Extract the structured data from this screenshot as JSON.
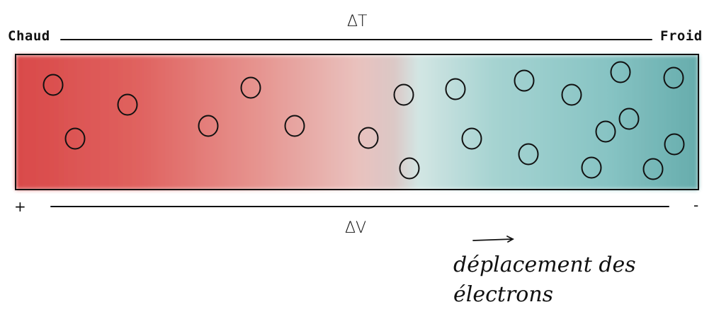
{
  "labels": {
    "hot": "Chaud",
    "cold": "Froid",
    "delta_t": "ΔT",
    "delta_v": "ΔV",
    "plus": "+",
    "minus": "-",
    "caption_line1": "déplacement des",
    "caption_line2": "électrons"
  },
  "colors": {
    "hot": "#d8403f",
    "mid": "#e8b6b2",
    "cold": "#6fb8b8",
    "cold_edge": "#4f9e9e",
    "stroke": "#111111"
  }
}
